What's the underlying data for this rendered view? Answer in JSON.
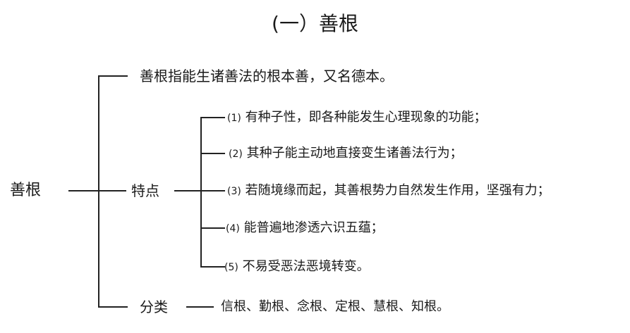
{
  "title": "(一）善根",
  "root": "善根",
  "branches": {
    "definition": "善根指能生诸善法的根本善，又名德本。",
    "features": {
      "label": "特点",
      "items": [
        {
          "num": "(1)",
          "text": "有种子性，即各种能发生心理现象的功能；"
        },
        {
          "num": "(2)",
          "text": "其种子能主动地直接变生诸善法行为；"
        },
        {
          "num": "(3)",
          "text": "若随境缘而起，其善根势力自然发生作用，坚强有力；"
        },
        {
          "num": "(4)",
          "text": "能普遍地渗透六识五蕴；"
        },
        {
          "num": "(5)",
          "text": "不易受恶法恶境转变。"
        }
      ]
    },
    "classification": {
      "label": "分类",
      "text": "信根、勤根、念根、定根、慧根、知根。"
    }
  }
}
